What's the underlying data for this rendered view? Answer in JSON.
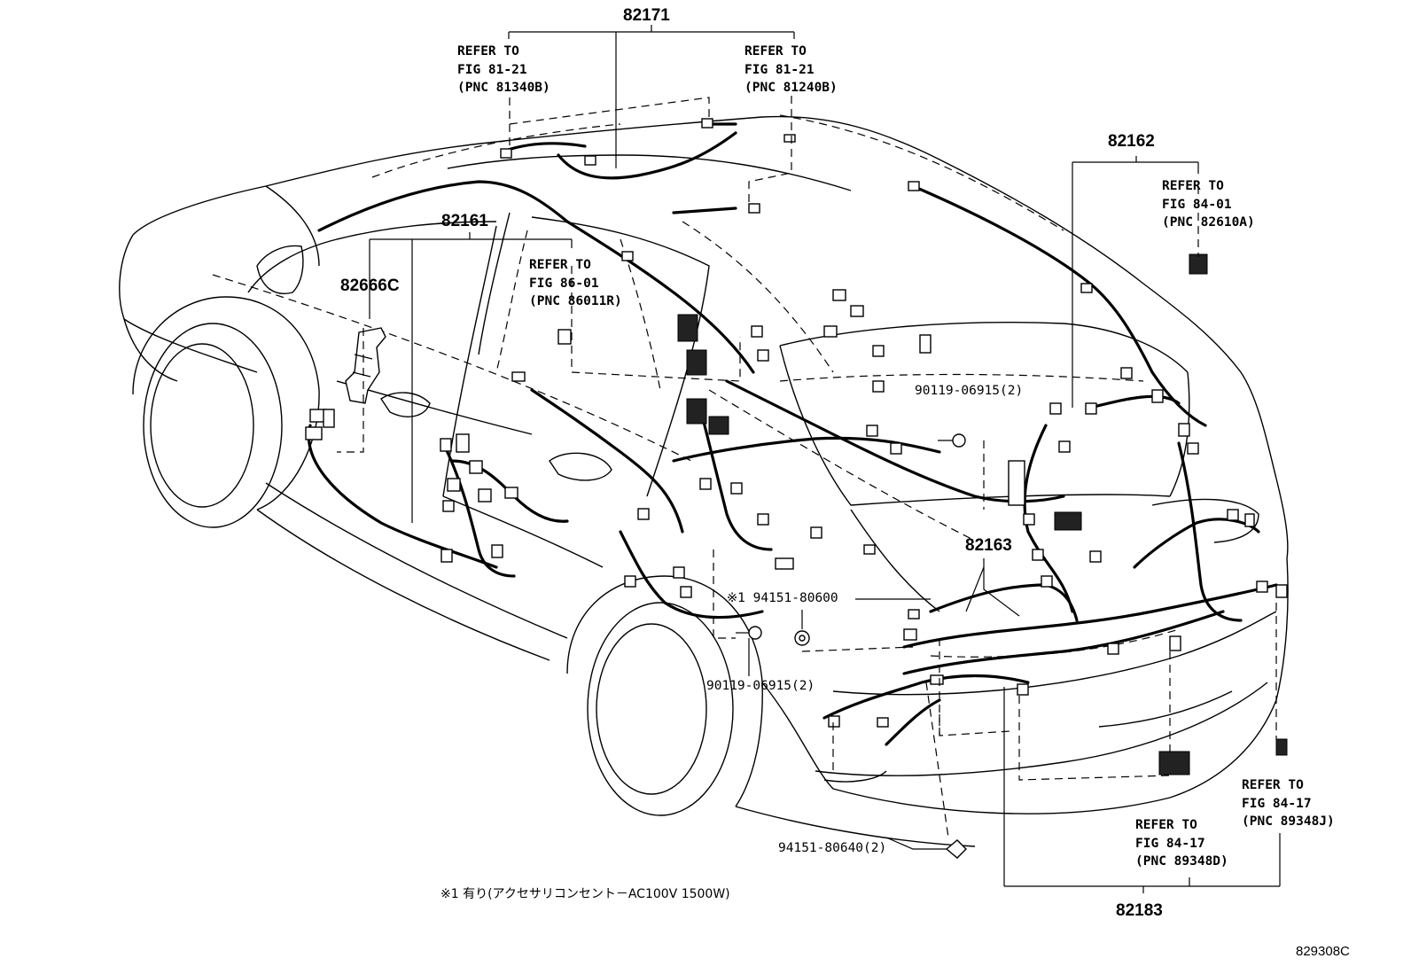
{
  "labels": {
    "p82171": "82171",
    "p82162": "82162",
    "p82161": "82161",
    "p82666c": "82666C",
    "p82163": "82163",
    "p82183": "82183"
  },
  "refs": {
    "r81340b": {
      "l1": "REFER TO",
      "l2": "FIG 81-21",
      "l3": "(PNC 81340B)"
    },
    "r81240b": {
      "l1": "REFER TO",
      "l2": "FIG 81-21",
      "l3": "(PNC 81240B)"
    },
    "r82610a": {
      "l1": "REFER TO",
      "l2": "FIG 84-01",
      "l3": "(PNC 82610A)"
    },
    "r86011r": {
      "l1": "REFER TO",
      "l2": "FIG 86-01",
      "l3": "(PNC 86011R)"
    },
    "r89348j": {
      "l1": "REFER TO",
      "l2": "FIG 84-17",
      "l3": "(PNC 89348J)"
    },
    "r89348d": {
      "l1": "REFER TO",
      "l2": "FIG 84-17",
      "l3": "(PNC 89348D)"
    }
  },
  "fasteners": {
    "bolt_upper": "90119-06915(2)",
    "bolt_lower": "90119-06915(2)",
    "nut_marked": "※1 94151-80600",
    "nut_lower": "94151-80640(2)"
  },
  "footnote": "※1 有り(アクセサリコンセント－AC100V 1500W)",
  "figure_code": "829308C"
}
